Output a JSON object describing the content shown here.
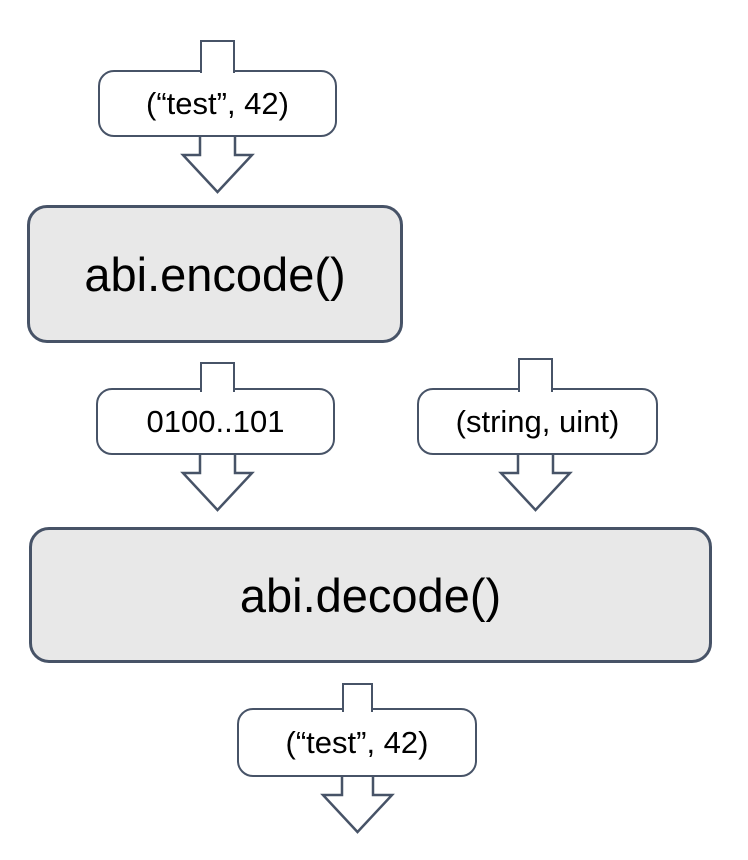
{
  "diagram": {
    "description": "ABI encode/decode flow diagram",
    "colors": {
      "stroke": "#475367",
      "function_fill": "#e8e8e8",
      "label_fill": "#ffffff",
      "text": "#000000",
      "background": "#ffffff"
    },
    "nodes": [
      {
        "id": "encode",
        "label": "abi.encode()"
      },
      {
        "id": "decode",
        "label": "abi.decode()"
      }
    ],
    "edges": [
      {
        "id": "input",
        "label": "(“test”, 42)",
        "from": "",
        "to": "encode"
      },
      {
        "id": "encoded",
        "label": "0100..101",
        "from": "encode",
        "to": "decode"
      },
      {
        "id": "types",
        "label": "(string, uint)",
        "from": "",
        "to": "decode"
      },
      {
        "id": "output",
        "label": "(“test”, 42)",
        "from": "decode",
        "to": ""
      }
    ]
  }
}
